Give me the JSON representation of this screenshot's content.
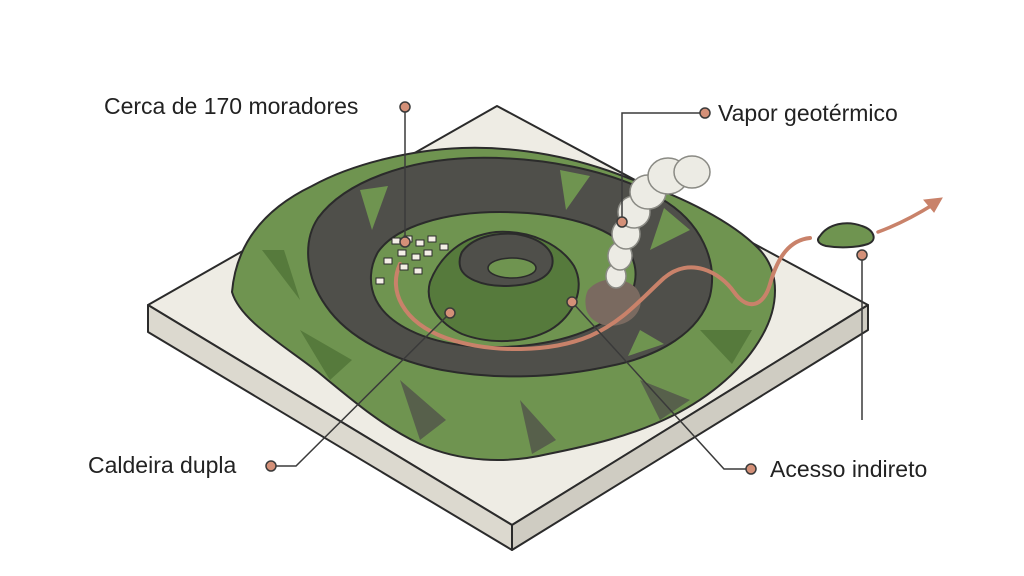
{
  "labels": {
    "residents": "Cerca de 170 moradores",
    "steam": "Vapor geotérmico",
    "caldera": "Caldeira dupla",
    "access": "Acesso indireto"
  },
  "colors": {
    "background": "#ffffff",
    "base_top": "#eeece4",
    "base_side": "#d9d6cc",
    "outline": "#2b2b2b",
    "vegetation": "#6f9450",
    "vegetation_dark": "#567a3c",
    "rock_dark": "#4f4f4a",
    "steam": "#ecebe4",
    "road": "#c9826a",
    "marker": "#c9826a",
    "leader_line": "#3a3a3a",
    "text": "#222222"
  }
}
